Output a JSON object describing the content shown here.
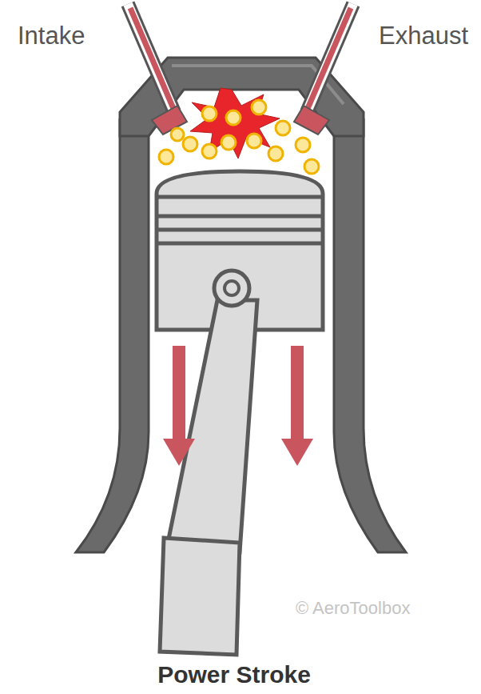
{
  "diagram": {
    "caption": "Power Stroke",
    "labels": [
      "Intake",
      "Exhaust",
      "© AeroToolbox"
    ]
  }
}
